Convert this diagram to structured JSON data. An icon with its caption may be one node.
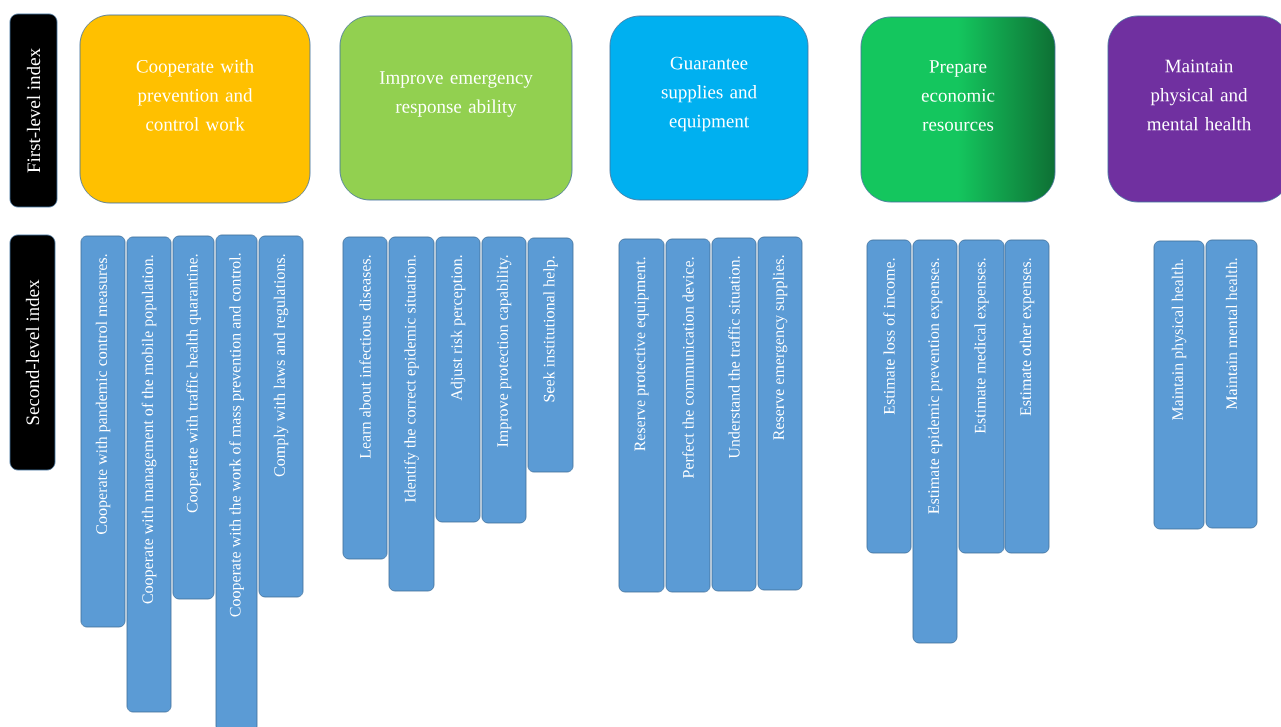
{
  "diagram": {
    "nodes": [
      {
        "text": [
          "First-level index"
        ]
      },
      {
        "text": [
          "Cooperate with prevention and control work"
        ]
      },
      {
        "text": [
          "Improve emergency response ability"
        ]
      },
      {
        "text": [
          "Guarantee supplies and equipment"
        ]
      },
      {
        "text": [
          "Prepare economic resources"
        ]
      },
      {
        "text": [
          "Maintain physical and mental health"
        ]
      },
      {
        "text": [
          "Second-level index"
        ]
      },
      {
        "text": [
          "Cooperate with pandemic control measures."
        ]
      },
      {
        "text": [
          "Cooperate with management of the mobile population."
        ]
      },
      {
        "text": [
          "Cooperate with traffic health quarantine."
        ]
      },
      {
        "text": [
          "Cooperate with the work of mass prevention and control."
        ]
      },
      {
        "text": [
          "Comply with laws and regulations."
        ]
      },
      {
        "text": [
          "Learn about infectious diseases."
        ]
      },
      {
        "text": [
          "Identify the correct epidemic situation."
        ]
      },
      {
        "text": [
          "Adjust risk perception."
        ]
      },
      {
        "text": [
          "Improve protection capability."
        ]
      },
      {
        "text": [
          "Seek institutional help."
        ]
      },
      {
        "text": [
          "Reserve protective equipment."
        ]
      },
      {
        "text": [
          "Perfect the communication device."
        ]
      },
      {
        "text": [
          "Understand the traffic situation."
        ]
      },
      {
        "text": [
          "Reserve emergency supplies."
        ]
      },
      {
        "text": [
          "Estimate loss of income."
        ]
      },
      {
        "text": [
          "Estimate epidemic prevention expenses."
        ]
      },
      {
        "text": [
          "Estimate medical expenses."
        ]
      },
      {
        "text": [
          "Estimate other expenses."
        ]
      },
      {
        "text": [
          "Maintain physical health."
        ]
      },
      {
        "text": [
          "Maintain mental health."
        ]
      }
    ]
  }
}
